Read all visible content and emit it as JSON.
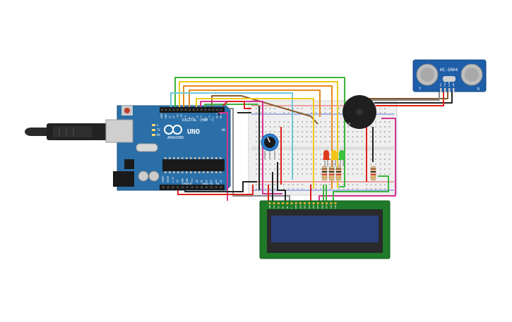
{
  "arduino": {
    "brand": "ARDUINO",
    "model": "UNO",
    "digital_header": "DIGITAL (PWM ~)",
    "power_header": "POWER",
    "analog_header": "ANALOG IN",
    "top_pins": [
      "AREF",
      "GND",
      "13",
      "12",
      "~11",
      "~10",
      "~9",
      "8",
      "7",
      "~6",
      "~5",
      "4",
      "~3",
      "2",
      "TX 1",
      "RX 0"
    ],
    "bottom_pins": [
      "IOREF",
      "RESET",
      "3.3V",
      "5V",
      "GND",
      "GND",
      "Vin",
      "A0",
      "A1",
      "A2",
      "A3",
      "A4",
      "A5"
    ],
    "led_labels": [
      "L",
      "TX",
      "RX"
    ],
    "on_label": "ON"
  },
  "sensor": {
    "label": "HC-SR04",
    "left_mark": "T",
    "right_mark": "R",
    "pins": [
      "VCC",
      "TRIG",
      "ECHO",
      "GND"
    ]
  },
  "lcd": {
    "pins": [
      "GND",
      "VCC",
      "V0",
      "RS",
      "RW",
      "E",
      "DB0",
      "DB1",
      "DB2",
      "DB3",
      "DB4",
      "DB5",
      "DB6",
      "DB7",
      "LED",
      "LED"
    ]
  },
  "leds": {
    "colors": [
      "#e03a1e",
      "#f2c318",
      "#3cc23c"
    ]
  },
  "colors": {
    "board": "#2a6fa8",
    "breadboard": "#efefef",
    "lcd_screen": "#2b3f7a",
    "lcd_pcb": "#1f7a2a",
    "wire_red": "#e0211a",
    "wire_black": "#222222",
    "wire_green": "#3cb43c",
    "wire_yellow": "#f0c818",
    "wire_orange": "#e8891a",
    "wire_pink": "#d6338f",
    "wire_brown": "#8a5a2b",
    "wire_cyan": "#6ec6d8",
    "wire_grey": "#8a8a8a"
  }
}
